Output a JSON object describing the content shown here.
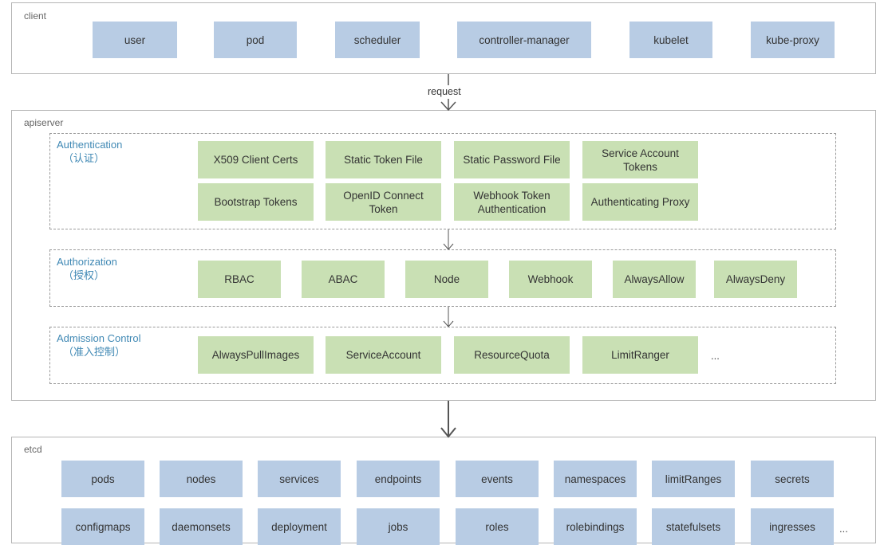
{
  "client": {
    "label": "client",
    "items": [
      "user",
      "pod",
      "scheduler",
      "controller-manager",
      "kubelet",
      "kube-proxy"
    ]
  },
  "request_label": "request",
  "apiserver": {
    "label": "apiserver",
    "authentication": {
      "title": "Authentication",
      "subtitle": "（认证）",
      "items": [
        "X509 Client Certs",
        "Static Token File",
        "Static Password File",
        "Service Account Tokens",
        "Bootstrap Tokens",
        "OpenID Connect Token",
        "Webhook Token Authentication",
        "Authenticating Proxy"
      ]
    },
    "authorization": {
      "title": "Authorization",
      "subtitle": "（授权）",
      "items": [
        "RBAC",
        "ABAC",
        "Node",
        "Webhook",
        "AlwaysAllow",
        "AlwaysDeny"
      ]
    },
    "admission": {
      "title": "Admission Control",
      "subtitle": "（准入控制）",
      "items": [
        "AlwaysPullImages",
        "ServiceAccount",
        "ResourceQuota",
        "LimitRanger"
      ],
      "more": "..."
    }
  },
  "etcd": {
    "label": "etcd",
    "row1": [
      "pods",
      "nodes",
      "services",
      "endpoints",
      "events",
      "namespaces",
      "limitRanges",
      "secrets"
    ],
    "row2": [
      "configmaps",
      "daemonsets",
      "deployment",
      "jobs",
      "roles",
      "rolebindings",
      "statefulsets",
      "ingresses"
    ],
    "more": "..."
  },
  "colors": {
    "client_box": "#b8cce4",
    "auth_box": "#c9e0b4",
    "group_label": "#3f88b4",
    "layer_border": "#b5b5b5"
  }
}
